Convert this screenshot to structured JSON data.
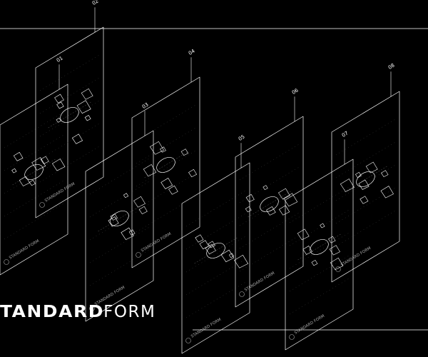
{
  "panels": [
    {
      "number": "01",
      "brand": "STANDARD FORM"
    },
    {
      "number": "02",
      "brand": "STANDARD FORM"
    },
    {
      "number": "03",
      "brand": "STANDARD FORM"
    },
    {
      "number": "04",
      "brand": "STANDARD FORM"
    },
    {
      "number": "05",
      "brand": "STANDARD FORM"
    },
    {
      "number": "06",
      "brand": "STANDARD FORM"
    },
    {
      "number": "07",
      "brand": "STANDARD FORM"
    },
    {
      "number": "08",
      "brand": "STANDARD FORM"
    }
  ],
  "logo": {
    "bold": "TANDARD",
    "thin": "FORM"
  },
  "colors": {
    "background": "#000000",
    "line": "#ffffff",
    "dim": "#8a8a8a"
  }
}
